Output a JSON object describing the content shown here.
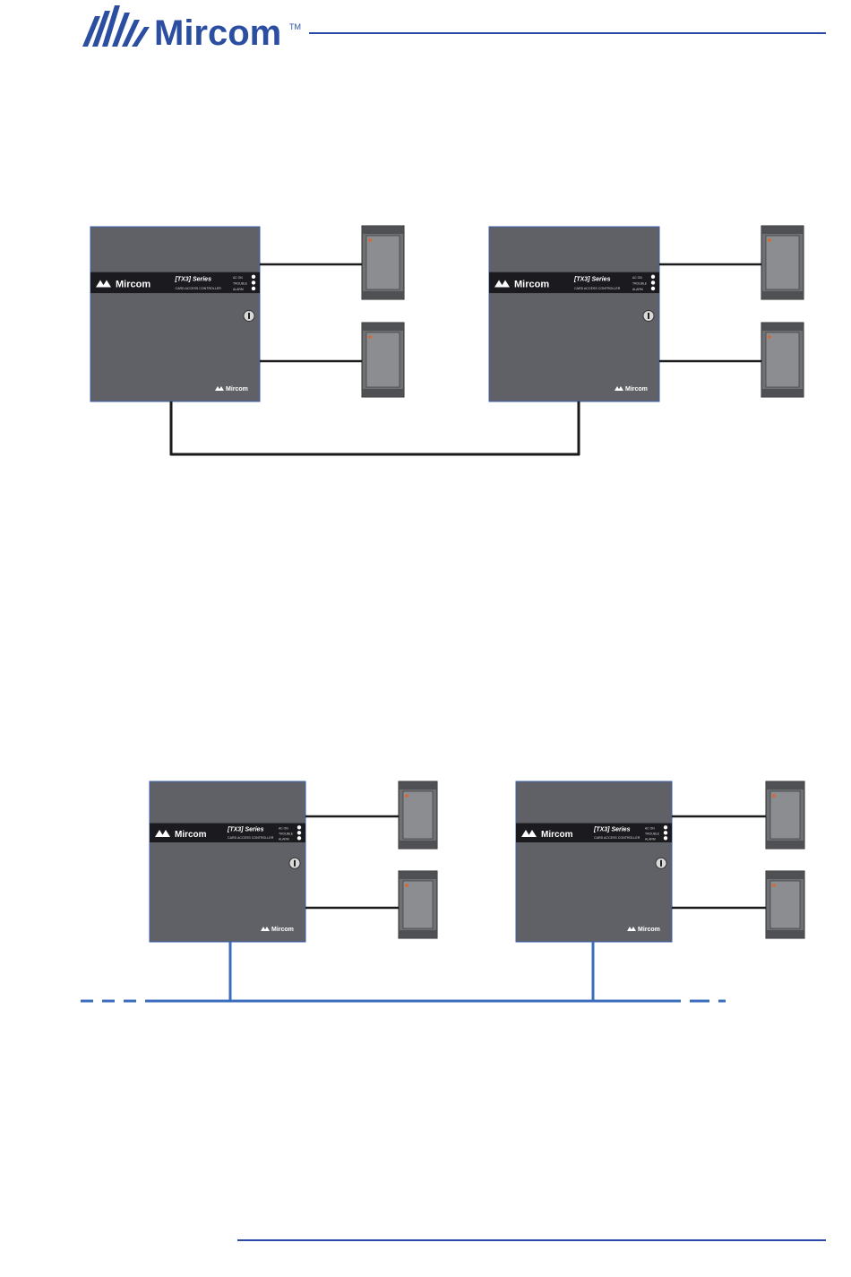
{
  "header": {
    "brand": "Mircom",
    "trademark": "TM",
    "brand_color": "#2b4ea0",
    "rule_color": "#2a4aa8"
  },
  "footer": {
    "rule_color": "#2a4aa8"
  },
  "panel": {
    "brand": "Mircom",
    "model": "[TX3] Series",
    "subtitle": "CARD ACCESS CONTROLLER",
    "leds": [
      "AC ON",
      "TROUBLE",
      "ALARM"
    ],
    "face_color": "#606166",
    "band_color": "#1b1b1f",
    "keyhole_icon": "keyhole-icon"
  },
  "reader": {
    "led_color": "#e0642a",
    "face_color": "#8b8d90"
  },
  "diagrams": {
    "top": {
      "bus_color": "#1a1a1a",
      "bus_style": "solid"
    },
    "bottom": {
      "bus_color": "#3b6dbc",
      "bus_style": "solid-with-dashed-ends"
    }
  },
  "wire_color": "#1a1a1a"
}
